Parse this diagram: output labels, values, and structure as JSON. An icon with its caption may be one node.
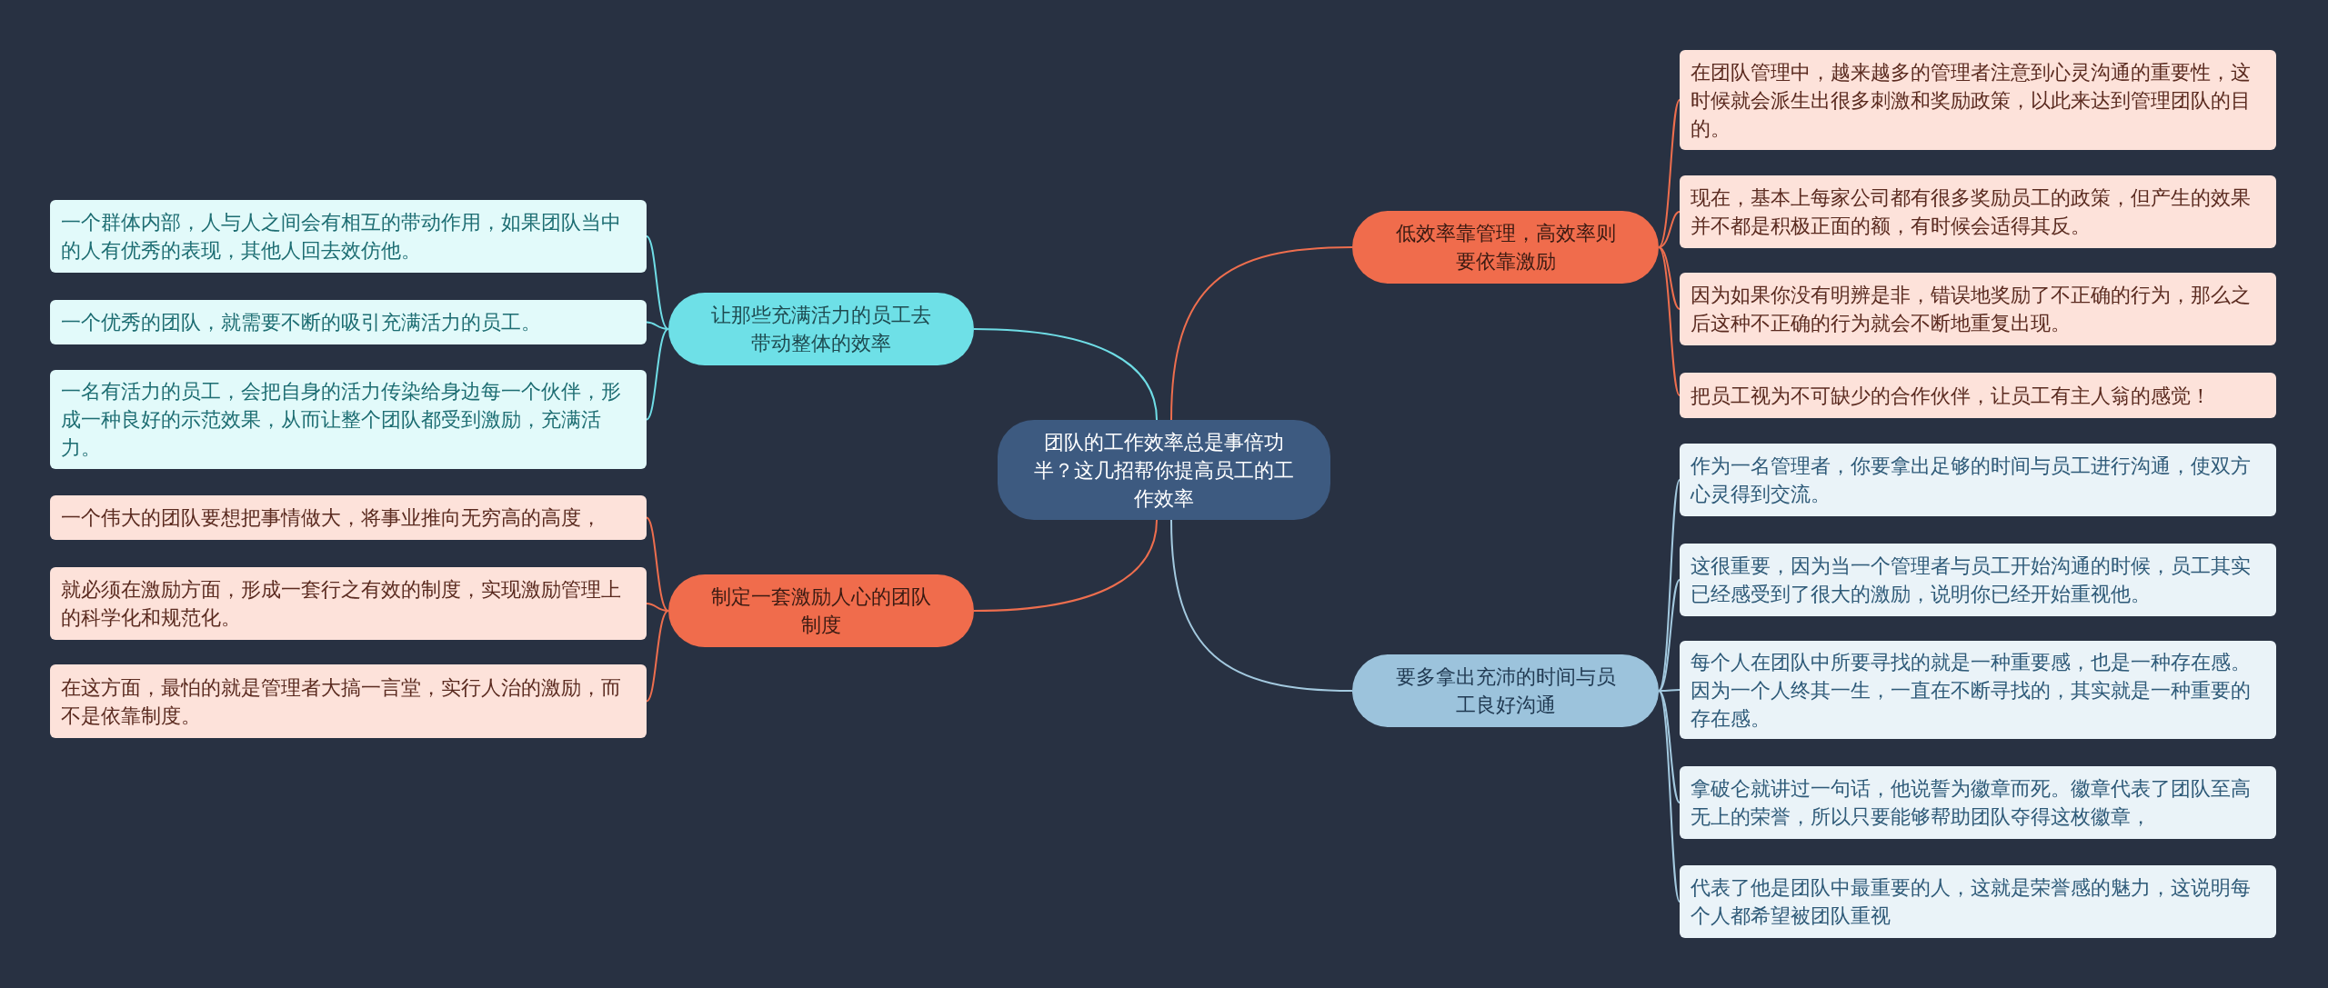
{
  "diagram": {
    "nodes": [
      {
        "text": [
          "团队的工作效率总是事倍功半？这几招帮你提高员工的工作效率"
        ]
      },
      {
        "text": [
          "低效率靠管理，高效率则要依靠激励"
        ]
      },
      {
        "text": [
          "在团队管理中，越来越多的管理者注意到心灵沟通的重要性，这时候就会派生出很多刺激和奖励政策，以此来达到管理团队的目的。"
        ]
      },
      {
        "text": [
          "现在，基本上每家公司都有很多奖励员工的政策，但产生的效果并不都是积极正面的额，有时候会适得其反。"
        ]
      },
      {
        "text": [
          "因为如果你没有明辨是非，错误地奖励了不正确的行为，那么之后这种不正确的行为就会不断地重复出现。"
        ]
      },
      {
        "text": [
          "把员工视为不可缺少的合作伙伴，让员工有主人翁的感觉！"
        ]
      },
      {
        "text": [
          "让那些充满活力的员工去带动整体的效率"
        ]
      },
      {
        "text": [
          "一个群体内部，人与人之间会有相互的带动作用，如果团队当中的人有优秀的表现，其他人回去效仿他。"
        ]
      },
      {
        "text": [
          "一个优秀的团队，就需要不断的吸引充满活力的员工。"
        ]
      },
      {
        "text": [
          "一名有活力的员工，会把自身的活力传染给身边每一个伙伴，形成一种良好的示范效果，从而让整个团队都受到激励，充满活力。"
        ]
      },
      {
        "text": [
          "制定一套激励人心的团队制度"
        ]
      },
      {
        "text": [
          "一个伟大的团队要想把事情做大，将事业推向无穷高的高度，"
        ]
      },
      {
        "text": [
          "就必须在激励方面，形成一套行之有效的制度，实现激励管理上的科学化和规范化。"
        ]
      },
      {
        "text": [
          "在这方面，最怕的就是管理者大搞一言堂，实行人治的激励，而不是依靠制度。"
        ]
      },
      {
        "text": [
          "要多拿出充沛的时间与员工良好沟通"
        ]
      },
      {
        "text": [
          "作为一名管理者，你要拿出足够的时间与员工进行沟通，使双方心灵得到交流。"
        ]
      },
      {
        "text": [
          "这很重要，因为当一个管理者与员工开始沟通的时候，员工其实已经感受到了很大的激励，说明你已经开始重视他。"
        ]
      },
      {
        "text": [
          "每个人在团队中所要寻找的就是一种重要感，也是一种存在感。因为一个人终其一生，一直在不断寻找的，其实就是一种重要的存在感。"
        ]
      },
      {
        "text": [
          "拿破仑就讲过一句话，他说誓为徽章而死。徽章代表了团队至高无上的荣誉，所以只要能够帮助团队夺得这枚徽章，"
        ]
      },
      {
        "text": [
          "代表了他是团队中最重要的人，这就是荣誉感的魅力，这说明每个人都希望被团队重视"
        ]
      }
    ],
    "edges": [
      {
        "from": 0,
        "to": 1,
        "arrow": "none"
      },
      {
        "from": 1,
        "to": 2,
        "arrow": "none"
      },
      {
        "from": 1,
        "to": 3,
        "arrow": "none"
      },
      {
        "from": 1,
        "to": 4,
        "arrow": "none"
      },
      {
        "from": 1,
        "to": 5,
        "arrow": "none"
      },
      {
        "from": 0,
        "to": 6,
        "arrow": "none",
        "color": "#6fdde6"
      },
      {
        "from": 6,
        "to": 7,
        "arrow": "none",
        "color": "#6fdde6"
      },
      {
        "from": 6,
        "to": 8,
        "arrow": "none",
        "color": "#6fdde6"
      },
      {
        "from": 6,
        "to": 9,
        "arrow": "none",
        "color": "#6fdde6"
      },
      {
        "from": 0,
        "to": 10,
        "arrow": "none"
      },
      {
        "from": 10,
        "to": 11,
        "arrow": "none"
      },
      {
        "from": 10,
        "to": 12,
        "arrow": "none"
      },
      {
        "from": 10,
        "to": 13,
        "arrow": "none"
      },
      {
        "from": 0,
        "to": 14,
        "arrow": "none",
        "color": "#a3c9df"
      },
      {
        "from": 14,
        "to": 15,
        "arrow": "none",
        "color": "#a3c9df"
      },
      {
        "from": 14,
        "to": 16,
        "arrow": "none",
        "color": "#a3c9df"
      },
      {
        "from": 14,
        "to": 17,
        "arrow": "none",
        "color": "#a3c9df"
      },
      {
        "from": 14,
        "to": 18,
        "arrow": "none",
        "color": "#a3c9df"
      },
      {
        "from": 14,
        "to": 19,
        "arrow": "none",
        "color": "#a3c9df"
      }
    ]
  }
}
